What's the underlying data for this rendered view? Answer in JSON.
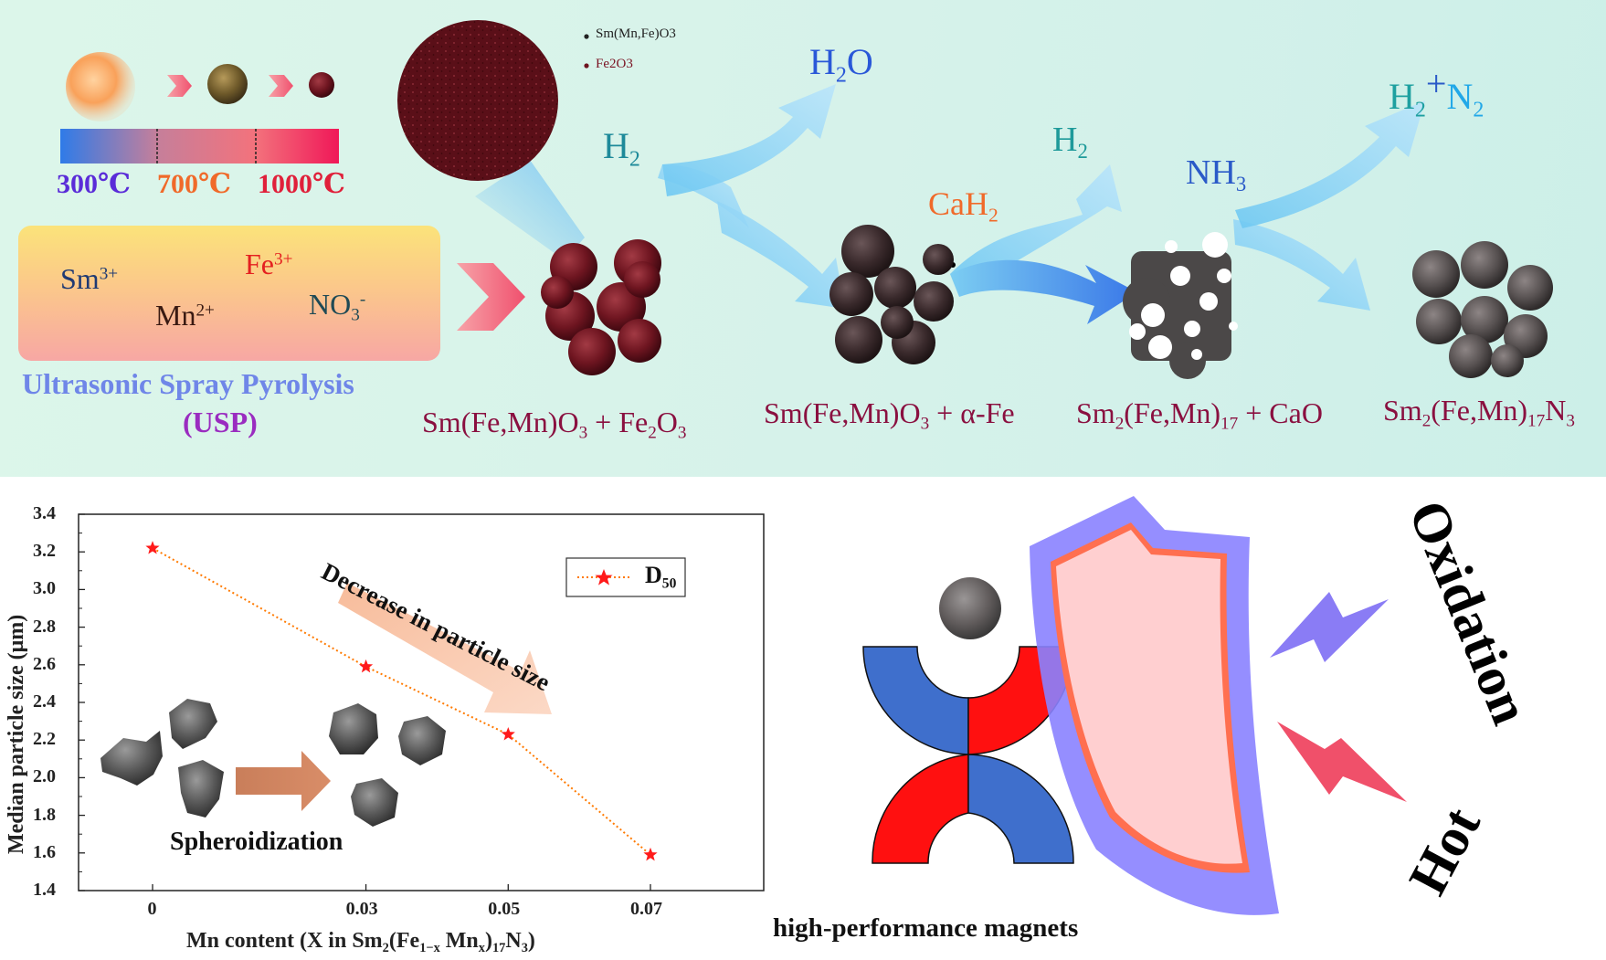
{
  "process": {
    "legend": [
      "Sm(Mn,Fe)O3",
      "Fe2O3"
    ],
    "temperatures": [
      "300℃",
      "700℃",
      "1000℃"
    ],
    "usp_ions": [
      "Sm",
      "3+",
      "Fe",
      "3+",
      "Mn",
      "2+",
      "NO",
      "3",
      "-"
    ],
    "usp_name": "Ultrasonic Spray Pyrolysis",
    "usp_abbr": "(USP)",
    "gas_labels": {
      "h2_in": [
        "H",
        "2"
      ],
      "h2o_out": [
        "H",
        "2",
        "O"
      ],
      "cah2": [
        "CaH",
        "2"
      ],
      "h2_out": [
        "H",
        "2"
      ],
      "nh3": [
        "NH",
        "3"
      ],
      "h2n2_out": [
        "H",
        "2",
        "+",
        "N",
        "2"
      ]
    },
    "stages": [
      {
        "parts": [
          "Sm(Fe,Mn)O",
          "3",
          " + Fe",
          "2",
          "O",
          "3"
        ]
      },
      {
        "parts": [
          "Sm(Fe,Mn)O",
          "3",
          " + α-Fe"
        ]
      },
      {
        "parts": [
          "Sm",
          "2",
          "(Fe,Mn)",
          "17",
          " + CaO"
        ]
      },
      {
        "parts": [
          "Sm",
          "2",
          "(Fe,Mn)",
          "17",
          "N",
          "3"
        ]
      }
    ],
    "colors": {
      "particle": "#6e1520",
      "nitride": "#4a4646",
      "arrow": "#8fd0f2",
      "label": "#8a1040"
    }
  },
  "chart_data": {
    "type": "line",
    "x": [
      0,
      0.03,
      0.05,
      0.07
    ],
    "xticks": [
      "0",
      "0.03",
      "0.05",
      "0.07"
    ],
    "series": [
      {
        "name": "D50",
        "values": [
          3.22,
          2.59,
          2.23,
          1.59
        ]
      }
    ],
    "ylim": [
      1.4,
      3.4
    ],
    "yticks": [
      "1.4",
      "1.6",
      "1.8",
      "2.0",
      "2.2",
      "2.4",
      "2.6",
      "2.8",
      "3.0",
      "3.2",
      "3.4"
    ],
    "xlabel_parts": [
      "Mn content (X in Sm",
      "2",
      "(Fe",
      "1−x",
      " Mn",
      "x",
      ")",
      "17",
      "N",
      "3",
      ")"
    ],
    "ylabel": "Median particle size (μm)",
    "legend_parts": [
      "D",
      "50"
    ],
    "annotation": "Decrease in particle size",
    "inset_label": "Spheroidization",
    "line_color": "#ff7a00",
    "marker_color": "#ff1a1a"
  },
  "magnet": {
    "caption": "high-performance magnets",
    "threat_1": "Oxidation",
    "threat_2": "Hot",
    "colors": {
      "north": "#ff1010",
      "south": "#3f6fcc",
      "shield": "#8a82ff",
      "shield_inner": "#ffcfd0"
    }
  }
}
